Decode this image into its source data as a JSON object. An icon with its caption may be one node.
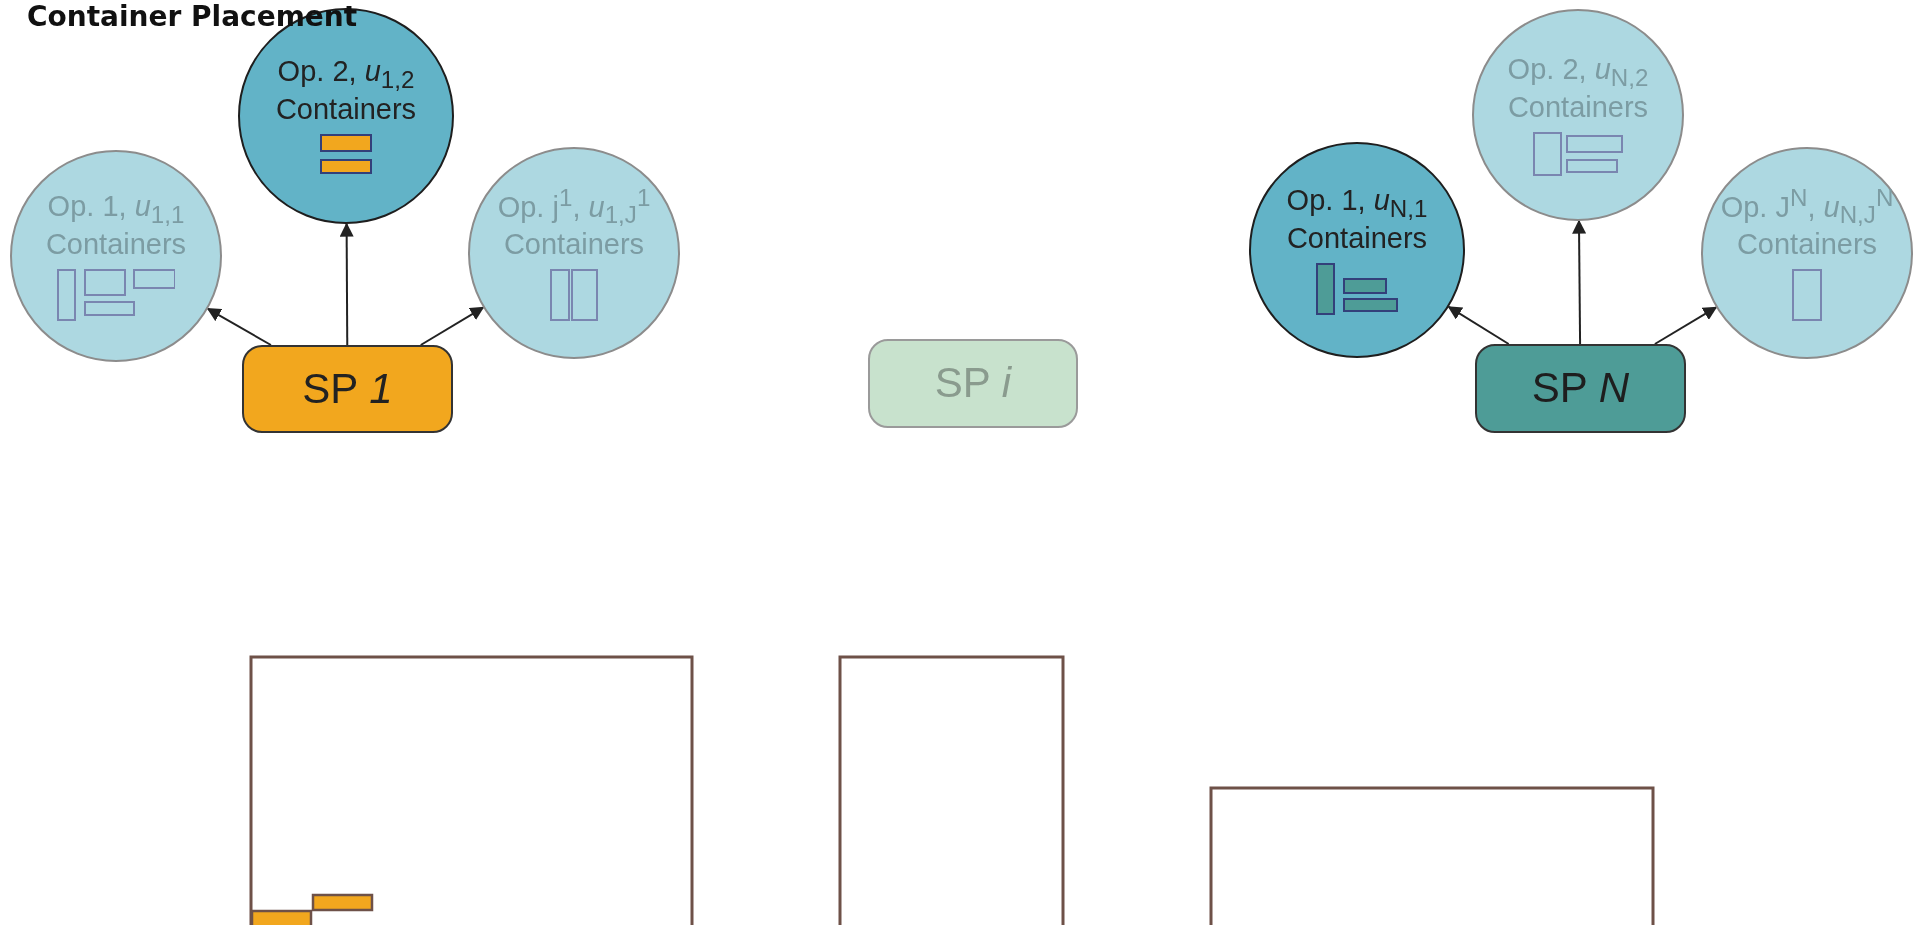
{
  "diagram": {
    "title": "Container Placement",
    "nodes": [
      {
        "text": [
          "Op. 1, *u*$_{1,1}$",
          "Containers"
        ]
      },
      {
        "text": [
          "Op. 2, *u*$_{1,2}$",
          "Containers"
        ]
      },
      {
        "text": [
          "Op. j$^{1}$, *u*$_{1,J}$$^{1}$",
          "Containers"
        ]
      },
      {
        "text": [
          "SP *1*"
        ]
      },
      {
        "text": [
          "SP *i*"
        ]
      },
      {
        "text": [
          "Op. 1, *u*$_{N,1}$",
          "Containers"
        ]
      },
      {
        "text": [
          "Op. 2, *u*$_{N,2}$",
          "Containers"
        ]
      },
      {
        "text": [
          "Op. J$^{N}$, *u*$_{N,J}$$^{N}$",
          "Containers"
        ]
      },
      {
        "text": [
          "SP *N*"
        ]
      }
    ],
    "edges": [
      {
        "from": 3,
        "to": 0,
        "arrow": "to"
      },
      {
        "from": 3,
        "to": 1,
        "arrow": "to"
      },
      {
        "from": 3,
        "to": 2,
        "arrow": "to"
      },
      {
        "from": 8,
        "to": 5,
        "arrow": "to"
      },
      {
        "from": 8,
        "to": 6,
        "arrow": "to"
      },
      {
        "from": 8,
        "to": 7,
        "arrow": "to"
      }
    ]
  }
}
